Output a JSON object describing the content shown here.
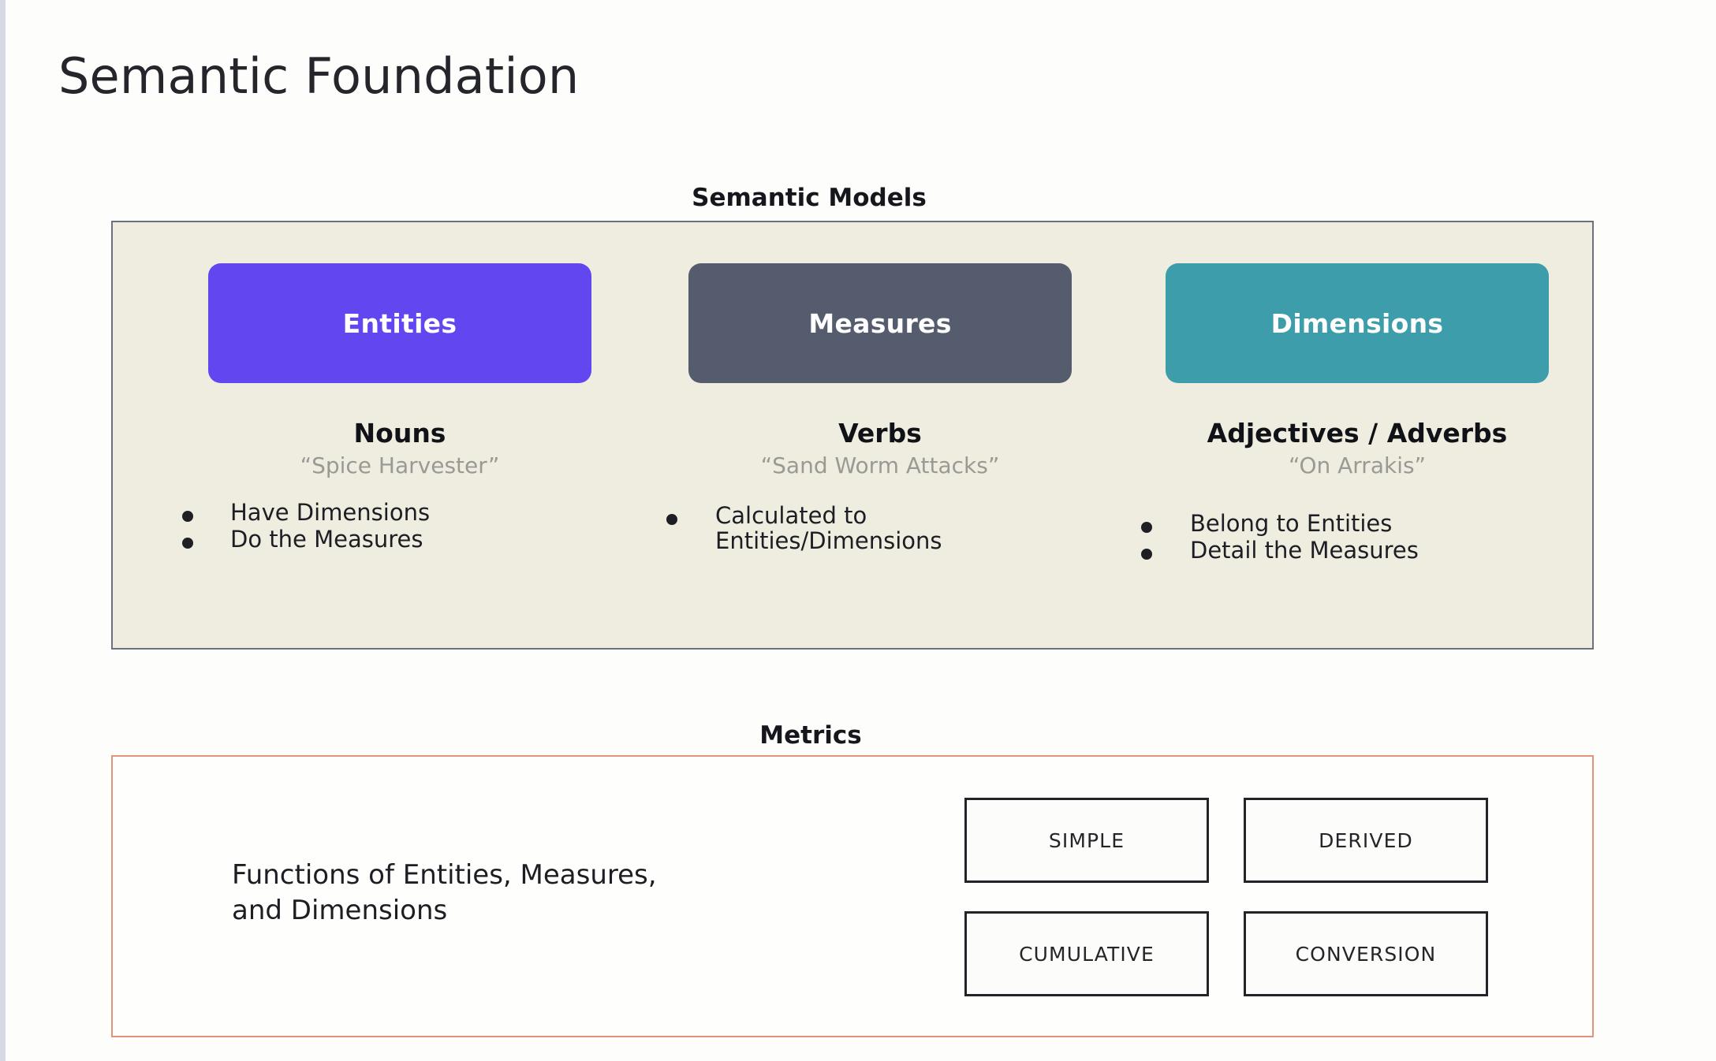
{
  "slide": {
    "title": "Semantic Foundation"
  },
  "semantic_models": {
    "label": "Semantic Models",
    "panel_bg": "#efece0",
    "panel_border": "#6b7180",
    "columns": [
      {
        "pill_label": "Entities",
        "pill_color": "#6246f0",
        "part_of_speech": "Nouns",
        "example": "“Spice Harvester”",
        "bullets": [
          "Have Dimensions",
          "Do the Measures"
        ]
      },
      {
        "pill_label": "Measures",
        "pill_color": "#555c6e",
        "part_of_speech": "Verbs",
        "example": "“Sand Worm Attacks”",
        "bullets": [
          "Calculated to\nEntities/Dimensions"
        ]
      },
      {
        "pill_label": "Dimensions",
        "pill_color": "#3d9daa",
        "part_of_speech": "Adjectives / Adverbs",
        "example": "“On Arrakis”",
        "bullets": [
          "Belong to Entities",
          "Detail the Measures"
        ]
      }
    ]
  },
  "metrics": {
    "label": "Metrics",
    "panel_border": "#e3927b",
    "description": "Functions of Entities, Measures,\nand Dimensions",
    "types": [
      "SIMPLE",
      "DERIVED",
      "CUMULATIVE",
      "CONVERSION"
    ]
  }
}
